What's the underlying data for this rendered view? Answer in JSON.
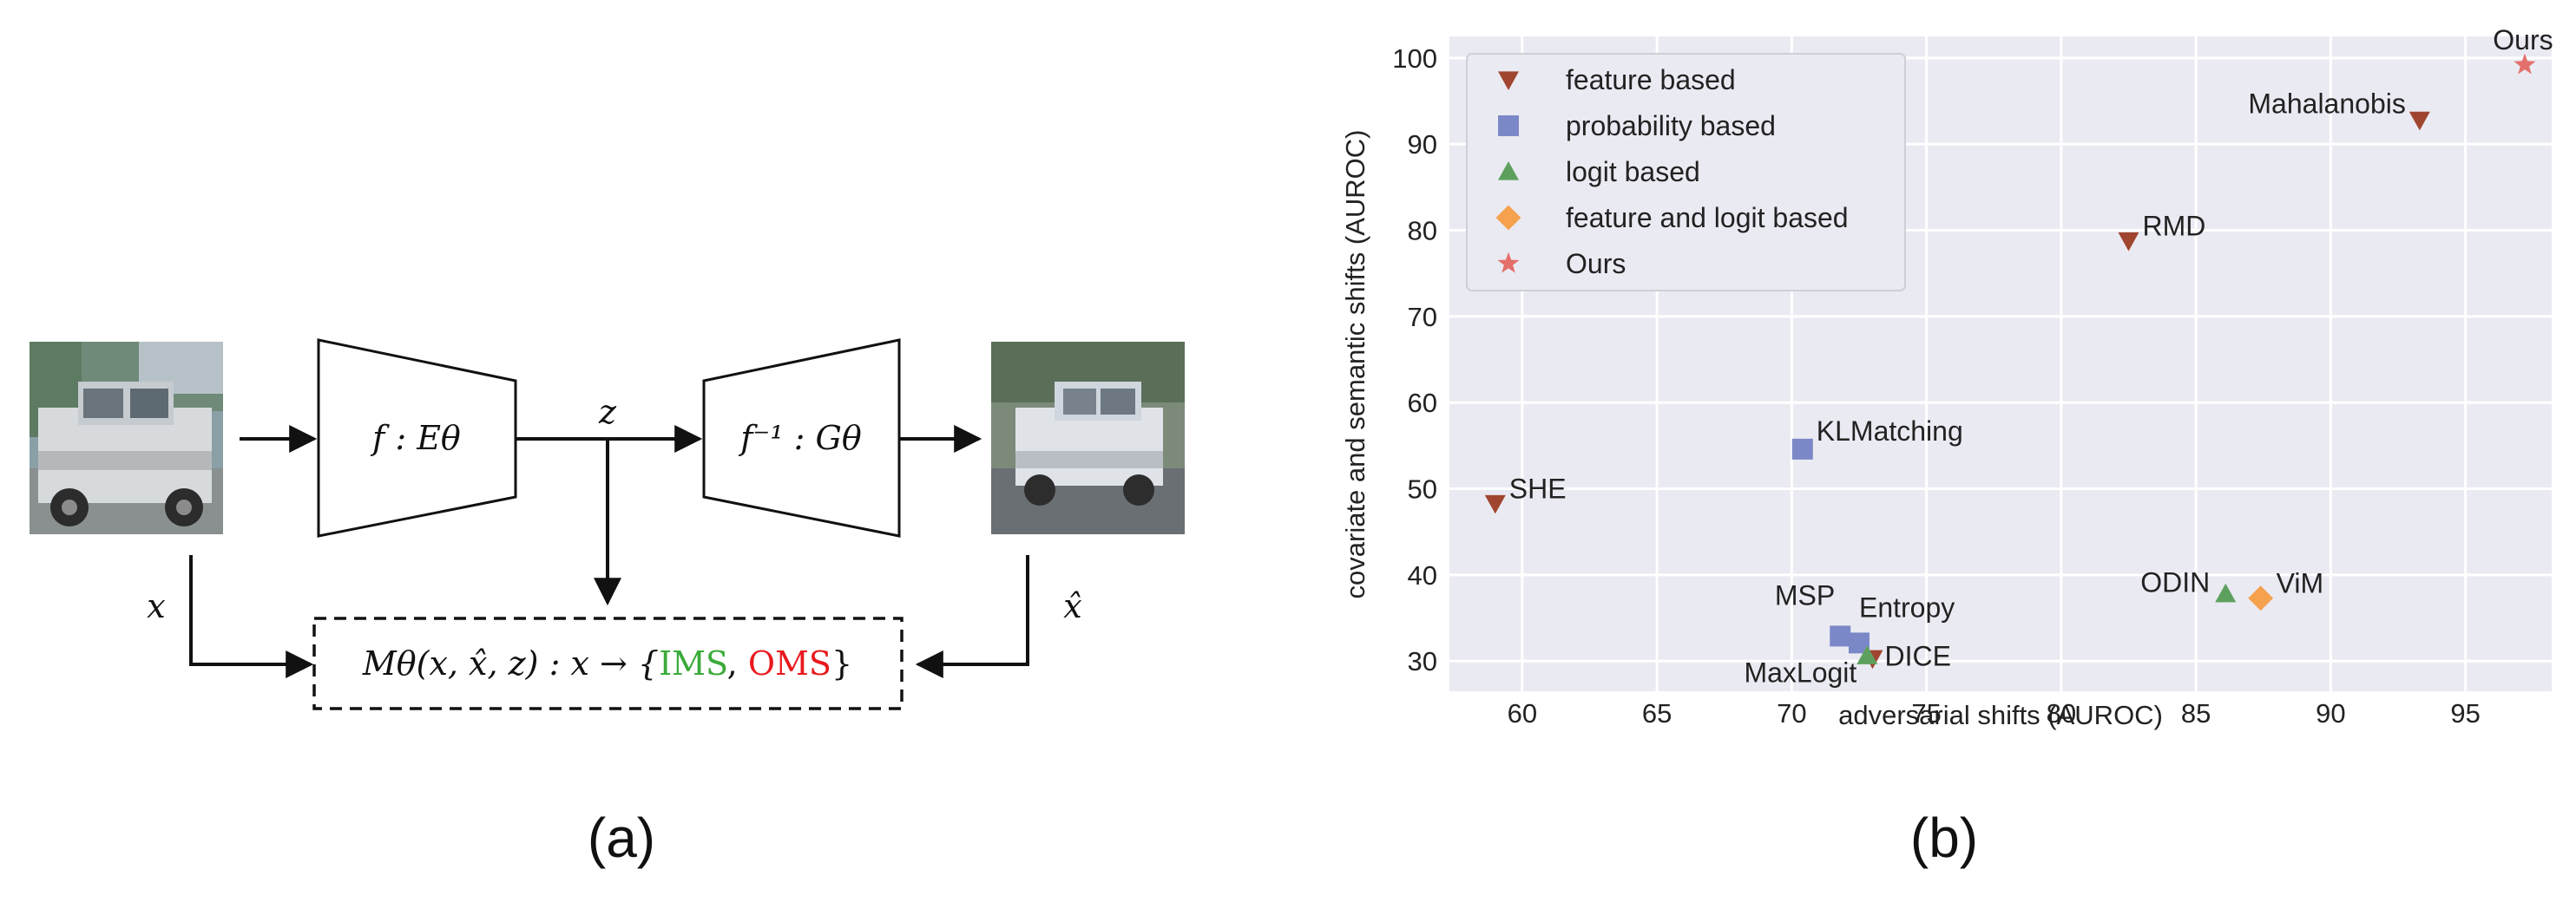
{
  "panel_a": {
    "caption": "(a)",
    "encoder_label": "f : Eθ",
    "latent_label": "z",
    "decoder_label": "f⁻¹ : Gθ",
    "input_label": "x",
    "recon_label": "x̂",
    "model_label_main": "Mθ(x, x̂, z) : x → {",
    "model_label_ims": "IMS",
    "model_label_sep": ", ",
    "model_label_oms": "OMS",
    "model_label_close": "}",
    "colors": {
      "ims": "#3aab3a",
      "oms": "#e8191e",
      "line": "#111111"
    },
    "icons": [
      "car-input-image",
      "car-reconstruction-image"
    ]
  },
  "panel_b": {
    "caption": "(b)"
  },
  "chart_data": {
    "type": "scatter",
    "xlabel": "adversarial shifts (AUROC)",
    "ylabel": "covariate and semantic shifts (AUROC)",
    "xlim": [
      57.3,
      98.2
    ],
    "ylim": [
      26.5,
      102.5
    ],
    "xticks": [
      60,
      65,
      70,
      75,
      80,
      85,
      90,
      95
    ],
    "yticks": [
      30,
      40,
      50,
      60,
      70,
      80,
      90,
      100
    ],
    "grid": true,
    "background": "#eaeaf2",
    "legend_position": "top-left",
    "series": [
      {
        "name": "feature based",
        "marker": "triangle-down",
        "color": "#a0452f",
        "points": [
          {
            "label": "Mahalanobis",
            "x": 93.3,
            "y": 92.8
          },
          {
            "label": "RMD",
            "x": 82.5,
            "y": 78.8
          },
          {
            "label": "SHE",
            "x": 59.0,
            "y": 48.3
          },
          {
            "label": "DICE",
            "x": 73.0,
            "y": 30.3
          }
        ]
      },
      {
        "name": "probability based",
        "marker": "square",
        "color": "#7b88c7",
        "points": [
          {
            "label": "KLMatching",
            "x": 70.4,
            "y": 54.6
          },
          {
            "label": "MSP",
            "x": 71.8,
            "y": 32.9
          },
          {
            "label": "Entropy",
            "x": 72.5,
            "y": 32.1
          }
        ]
      },
      {
        "name": "logit based",
        "marker": "triangle-up",
        "color": "#5da05d",
        "points": [
          {
            "label": "ODIN",
            "x": 86.1,
            "y": 37.8
          },
          {
            "label": "MaxLogit",
            "x": 72.8,
            "y": 30.6
          }
        ]
      },
      {
        "name": "feature and logit based",
        "marker": "diamond",
        "color": "#f5a14e",
        "points": [
          {
            "label": "ViM",
            "x": 87.4,
            "y": 37.3
          }
        ]
      },
      {
        "name": "Ours",
        "marker": "star",
        "color": "#e46f6b",
        "points": [
          {
            "label": "Ours",
            "x": 97.2,
            "y": 99.2
          }
        ]
      }
    ]
  }
}
